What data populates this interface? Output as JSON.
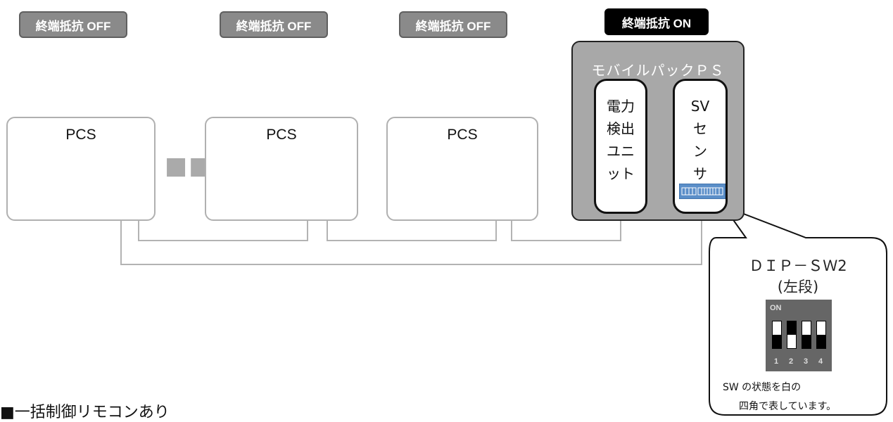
{
  "badges": [
    {
      "label": "終端抵抗 OFF",
      "state": "off"
    },
    {
      "label": "終端抵抗 OFF",
      "state": "off"
    },
    {
      "label": "終端抵抗 OFF",
      "state": "off"
    },
    {
      "label": "終端抵抗 ON",
      "state": "on"
    }
  ],
  "pcs_boxes": [
    "PCS",
    "PCS",
    "PCS"
  ],
  "ellipsis": "■■■",
  "mobile_pack": {
    "title": "モバイルパックＰＳ",
    "power_unit_lines": [
      "電力",
      "検出",
      "ユニ",
      "ット"
    ],
    "sv_sensor_lines": [
      "SV",
      "セ",
      "ン",
      "サ"
    ]
  },
  "callout": {
    "title": "ＤＩＰ－ＳＷ2",
    "subtitle": "(左段)",
    "on_label": "ON",
    "switches": [
      {
        "number": "1",
        "state": "on"
      },
      {
        "number": "2",
        "state": "off"
      },
      {
        "number": "3",
        "state": "on"
      },
      {
        "number": "4",
        "state": "on"
      }
    ],
    "note_line1": "SW の状態を白の",
    "note_line2": "四角で表しています。"
  },
  "footer": "■一括制御リモコンあり",
  "colors": {
    "wire": "#b3b3b3",
    "badge_off": "#8a8a8a",
    "badge_on": "#000000",
    "pack_bg": "#a8a8a8",
    "dip_blue": "#5a8ec8"
  }
}
